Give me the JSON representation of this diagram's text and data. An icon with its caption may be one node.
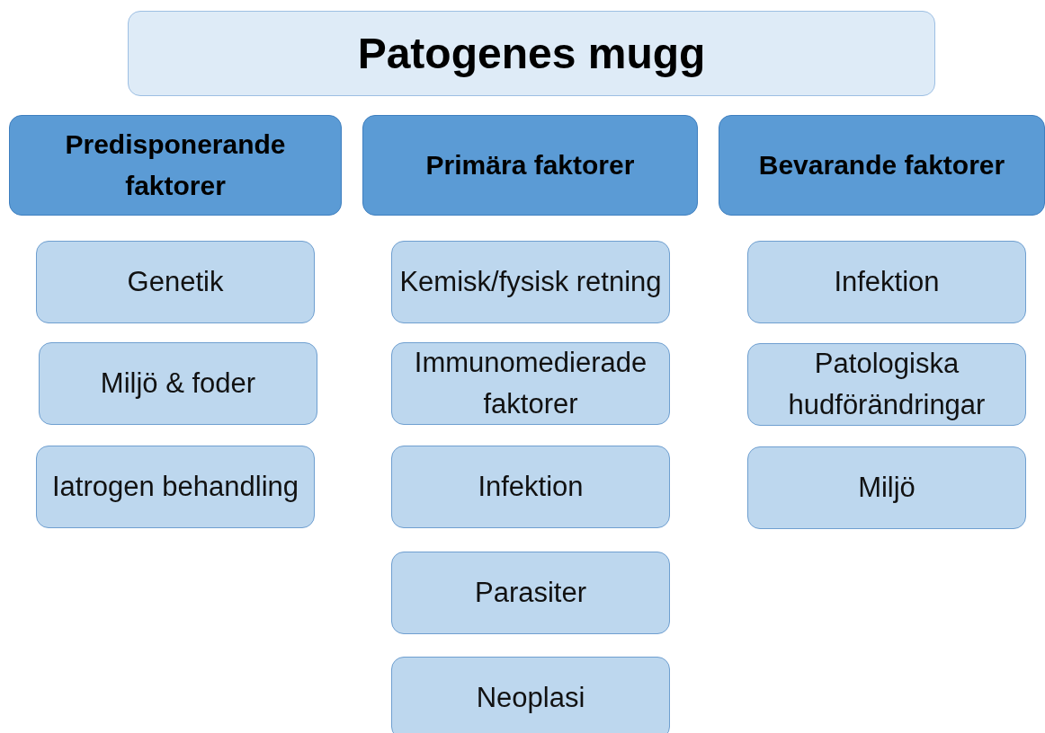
{
  "diagram": {
    "nodes": [
      {
        "text": [
          "Patogenes mugg"
        ]
      },
      {
        "text": [
          "Predisponerande faktorer"
        ]
      },
      {
        "text": [
          "Primära faktorer"
        ]
      },
      {
        "text": [
          "Bevarande faktorer"
        ]
      },
      {
        "text": [
          "Genetik"
        ]
      },
      {
        "text": [
          "Kemisk/fysisk retning"
        ]
      },
      {
        "text": [
          "Infektion"
        ]
      },
      {
        "text": [
          "Miljö & foder"
        ]
      },
      {
        "text": [
          "Immunomedierade faktorer"
        ]
      },
      {
        "text": [
          "Patologiska hudförändringar"
        ]
      },
      {
        "text": [
          "Iatrogen behandling"
        ]
      },
      {
        "text": [
          "Infektion"
        ]
      },
      {
        "text": [
          "Miljö"
        ]
      },
      {
        "text": [
          "Parasiter"
        ]
      },
      {
        "text": [
          "Neoplasi"
        ]
      }
    ]
  }
}
